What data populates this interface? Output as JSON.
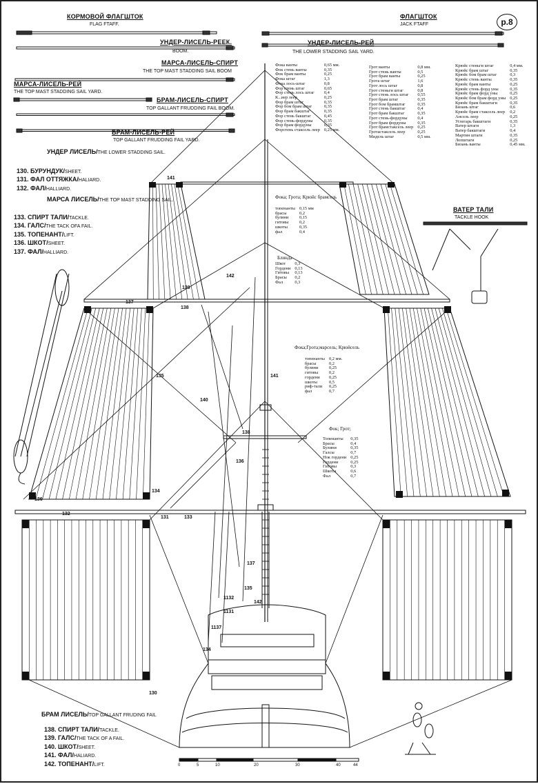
{
  "page_number": "p.8",
  "headers": {
    "flag_staff_ru": "КОРМОВОЙ ФЛАГШТОК",
    "flag_staff_en": "FLAG FTAFF.",
    "jack_staff_ru": "ФЛАГШТОК",
    "jack_staff_en": "JACK FTAFF",
    "boom_ru": "УНДЕР-ЛИСЕЛЬ-РЕЕК.",
    "boom_en": "BOOM.",
    "lower_yard_ru": "УНДЕР-ЛИСЕЛЬ-РЕЙ",
    "lower_yard_en": "THE LOWER STADDING SAIL YARD.",
    "top_mast_boom_ru": "МАРСА-ЛИСЕЛЬ-СПИРТ",
    "top_mast_boom_en": "THE TOP MAST STADDING SAIL BOOM",
    "top_mast_yard_ru": "МАРСА-ЛИСЕЛЬ-РЕЙ",
    "top_mast_yard_en": "THE TOP MAST STADDING SAIL YARD.",
    "tg_boom_ru": "БРАМ-ЛИСЕЛЬ-СПИРТ",
    "tg_boom_en": "TOP GALLANT FRUDDING FAIL BOOM.",
    "tg_yard_ru": "БРАМ-ЛИСЕЛЬ-РЕЙ",
    "tg_yard_en": "TOP GALLANT FRUDDING FAIL YARD.",
    "tackle_ru": "ВАТЕР ТАЛИ",
    "tackle_en": "TACKLE HOOK"
  },
  "legends": {
    "lower_sail": {
      "title_ru": "УНДЕР ЛИСЕЛЬ",
      "title_en": "THE LOWER STADDING SAIL.",
      "items": [
        {
          "ru": "130. БУРУНДУК",
          "en": "SHEET."
        },
        {
          "ru": "131. ФАЛ ОТТЯЖКА",
          "en": "HALIARD."
        },
        {
          "ru": "132. ФАЛ",
          "en": "HALLIARD."
        }
      ]
    },
    "top_mast_sail": {
      "title_ru": "МАРСА ЛИСЕЛЬ",
      "title_en": "THE TOP MAST STADDING SAIL.",
      "items": [
        {
          "ru": "133. СПИРТ ТАЛИ",
          "en": "TACKLE."
        },
        {
          "ru": "134. ГАЛС",
          "en": "THE TACK OFA FAIL."
        },
        {
          "ru": "135. ТОПЕНАНТ",
          "en": "LIFT."
        },
        {
          "ru": "136. ШКОТ",
          "en": "SHEET."
        },
        {
          "ru": "137. ФАЛ",
          "en": "HALLIARD."
        }
      ]
    },
    "tg_sail": {
      "title_ru": "БРАМ ЛИСЕЛЬ",
      "title_en": "TOP GALLANT FRUDING FAIL",
      "items": [
        {
          "ru": "138. СПИРТ ТАЛИ",
          "en": "TACKLE."
        },
        {
          "ru": "139. ГАЛС",
          "en": "THE TACK OF A FAIL."
        },
        {
          "ru": "140. ШКОТ",
          "en": "SHEET."
        },
        {
          "ru": "141. ФАЛ",
          "en": "HALIARD."
        },
        {
          "ru": "142. ТОПЕНАНТ",
          "en": "LIFT."
        }
      ]
    }
  },
  "rigging_table_1": [
    [
      "Фока ванты",
      "0,65 мм."
    ],
    [
      "Фок стень ванты",
      "0,35"
    ],
    [
      "Фок брам ванты",
      "0,25"
    ],
    [
      "Фока штаг",
      "1,3"
    ],
    [
      "Фока лось-штаг",
      "0,8"
    ],
    [
      "Фор стень штаг",
      "0,65"
    ],
    [
      "Фор стень лось штаг",
      "0,4"
    ],
    [
      "К...вер леер",
      "0,25"
    ],
    [
      "Фор брам штаг",
      "0,35"
    ],
    [
      "Фор бом брам штаг",
      "0,35"
    ],
    [
      "Фор брам бакштаг",
      "0,35"
    ],
    [
      "Фор стень бакштаг",
      "0,45"
    ],
    [
      "Фор стень-фордуны",
      "0,35"
    ],
    [
      "Фор брам фордуны",
      "0,35"
    ],
    [
      "Форстень стаксель леер",
      "0,25 мм."
    ]
  ],
  "rigging_table_2": [
    [
      "Грот ванты",
      "0,8 мм."
    ],
    [
      "Грот стень ванты",
      "0,5"
    ],
    [
      "Грот брам ванты",
      "0,25"
    ],
    [
      "Грота штаг",
      "1,6"
    ],
    [
      "Грот лось штаг",
      "0,8"
    ],
    [
      "Грот стеньги штаг",
      "0,8"
    ],
    [
      "Грот стень лось штаг",
      "0,55"
    ],
    [
      "Грот брам штаг",
      "0,35"
    ],
    [
      "Грот бом брамштаг",
      "0,35"
    ],
    [
      "Грот стень бакштаг",
      "0,4"
    ],
    [
      "Грот брам бакштаг",
      "0,35"
    ],
    [
      "Грот стень-фордуны",
      "0,4"
    ],
    [
      "Грот брам фордуны",
      "0,35"
    ],
    [
      "Грот брамстаксель леер",
      "0,25"
    ],
    [
      "Гротастакcель леер",
      "0,25"
    ],
    [
      "Мидель штаг",
      "0,5 мм."
    ]
  ],
  "rigging_table_3": [
    [
      "Крюйс стеньги штаг",
      "0,4 мм."
    ],
    [
      "Крюйс брам штаг",
      "0,35"
    ],
    [
      "Крюйс бом брам штаг",
      "0,3"
    ],
    [
      "Крюйс стень ванты",
      "0,35"
    ],
    [
      "Крюйс брам ванты",
      "0,25"
    ],
    [
      "Крюйс стень форд уны",
      "0,35"
    ],
    [
      "Крюйс брам форд уны",
      "0,25"
    ],
    [
      "Крюйс бом брам форд уны",
      "0,25"
    ],
    [
      "Крюйс брам бакштаги",
      "0,35"
    ],
    [
      "Бизань штаг",
      "0,6"
    ],
    [
      "Крюйс брам стаксель леер",
      "0,2"
    ],
    [
      "Ансель леер",
      "0,25"
    ],
    [
      "Углегарь бакштаги",
      "0,35"
    ],
    [
      "Ватер штаги",
      "1,3"
    ],
    [
      "Ватер бакштаги",
      "0,4"
    ],
    [
      "Мартин штаги",
      "0,35"
    ],
    [
      "Лопштаги",
      "0,25"
    ],
    [
      "Бизань ванты",
      "0,45 мм."
    ]
  ],
  "box_fore_top_royal": {
    "title": "Фока; Грота; Крюйс брамсель",
    "rows": [
      [
        "топенанты",
        "0,15 мм"
      ],
      [
        "брасы",
        "0,2"
      ],
      [
        "булини",
        "0,15"
      ],
      [
        "гитовы",
        "0,2"
      ],
      [
        "шкоты",
        "0,35"
      ],
      [
        "фал",
        "0,4"
      ]
    ]
  },
  "box_blinda": {
    "title": "Блинда",
    "rows": [
      [
        "Шкот",
        "0,3"
      ],
      [
        "Гордени",
        "0,13"
      ],
      [
        "Гитовы",
        "0,13"
      ],
      [
        "Брасы",
        "0,2"
      ],
      [
        "Фал",
        "0,3"
      ]
    ]
  },
  "box_topsail": {
    "title": "Фока;Грота;марсель; Крюйсель",
    "rows": [
      [
        "топенанты",
        "0,2 мм."
      ],
      [
        "брасы",
        "0,2"
      ],
      [
        "булини",
        "0,25"
      ],
      [
        "гитовы",
        "0,2"
      ],
      [
        "гордени",
        "0,25"
      ],
      [
        "шкоты",
        "0,5"
      ],
      [
        "риф-тали",
        "0,25"
      ],
      [
        "фал",
        "0,7"
      ]
    ]
  },
  "box_course": {
    "title": "Фок; Грот;",
    "rows": [
      [
        "Топенанты",
        "0,35"
      ],
      [
        "Брасы",
        "0,4"
      ],
      [
        "Булини",
        "0,35"
      ],
      [
        "Галсы",
        "0,7"
      ],
      [
        "Нок гордени",
        "0,25"
      ],
      [
        "Гордени",
        "0,25"
      ],
      [
        "Гитовы",
        "0,3"
      ],
      [
        "Шкоты",
        "0,6"
      ],
      [
        "Фал",
        "0,7"
      ]
    ]
  },
  "callouts": [
    "141",
    "139",
    "142",
    "137",
    "138",
    "135",
    "140",
    "141",
    "138",
    "136",
    "134",
    "132",
    "136",
    "131",
    "133",
    "137",
    "135",
    "1132",
    "1131",
    "142",
    "1137",
    "134",
    "130",
    "130"
  ],
  "scale_ticks": [
    "0",
    "5",
    "10",
    "20",
    "30",
    "40",
    "44"
  ]
}
